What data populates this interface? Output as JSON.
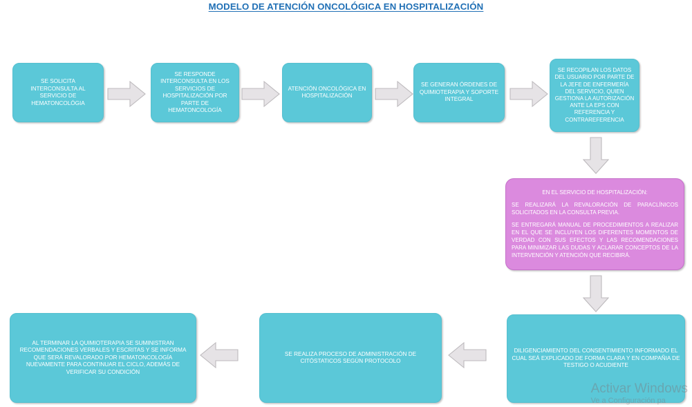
{
  "document": {
    "title": "MODELO DE ATENCIÓN ONCOLÓGICA EN HOSPITALIZACIÓN ",
    "title_color": "#1F6FB5"
  },
  "palette": {
    "process_cyan": "#5BC8D8",
    "highlight_purple": "#DB8ADE",
    "arrow_gray": "#E6E3E6",
    "arrow_border": "#BDBABD",
    "box_text": "#FFFFFF"
  },
  "flow": {
    "top_row": [
      {
        "id": "solicita",
        "text": "SE SOLICITA INTERCONSULTA  AL SERVICIO DE HEMATONCOLÓGIA",
        "color": "#5BC8D8"
      },
      {
        "id": "responde",
        "text": "SE RESPONDE INTERCONSULTA  EN LOS SERVICIOS DE HOSPITALIZACIÓN POR PARTE DE HEMATONCOLOGÍA",
        "color": "#5BC8D8"
      },
      {
        "id": "atencion",
        "text": "ATENCIÓN ONCOLÓGICA EN HOSPITALIZACIÓN",
        "color": "#5BC8D8"
      },
      {
        "id": "ordenes",
        "text": "SE GENERAN ÓRDENES DE QUIMIOTERAPIA Y SOPORTE INTEGRAL",
        "color": "#5BC8D8"
      },
      {
        "id": "recopilan",
        "text": "SE RECOPILAN LOS DATOS DEL USUARIO POR PARTE DE LA JEFE DE ENFERMERÍA DEL SERVICIO, QUIEN GESTIONA LA AUTORIZACIÓN ANTE LA EPS CON REFERENCIA Y CONTRAREFERENCIA",
        "color": "#5BC8D8"
      }
    ],
    "highlight_box": {
      "id": "hospitalizacion",
      "color": "#DB8ADE",
      "heading": "EN EL SERVICIO DE HOSPITALIZACIÓN:",
      "paragraph_1": "SE REALIZARÁ LA REVALORACIÓN DE PARACLÍNICOS SOLICITADOS EN LA CONSULTA  PREVIA.",
      "paragraph_2": "SE ENTREGARÁ MANUAL DE PROCEDIMIENTOS A REALIZAR EN EL QUE SE INCLUYEN LOS DIFERENTES MOMENTOS DE VERDAD CON SUS EFECTOS Y LAS RECOMENDACIONES PARA MINIMIZAR LAS DUDAS Y ACLARAR CONCEPTOS DE LA INTERVENCIÓN Y ATENCIÓN QUE RECIBIRÁ."
    },
    "bottom_row": [
      {
        "id": "consentimiento",
        "text": "DILIGENCIAMIENTO DEL CONSENTIMIENTO INFORMADO EL CUAL SEÁ EXPLICADO DE FORMA CLARA Y EN COMPAÑIA DE TESTIGO O ACUDIENTE",
        "color": "#5BC8D8"
      },
      {
        "id": "citostaticos",
        "text": "SE REALIZA PROCESO DE ADMINISTRACIÓN DE CITÓSTATICOS SEGÚN PROTOCOLO",
        "color": "#5BC8D8"
      },
      {
        "id": "recomendaciones",
        "text": "AL TERMINAR LA QUIMIOTERAPIA SE SUMINISTRAN RECOMENDACIONES VERBALES Y ESCRITAS Y SE INFORMA QUE SERÁ REVALORADO POR HEMATONCOLOGÍA NUEVAMENTE PARA CONTINUAR EL CICLO, ADEMÁS DE VERIFICAR SU CONDICIÓN",
        "color": "#5BC8D8"
      }
    ],
    "connectors": [
      {
        "id": "arrow-1",
        "direction": "right"
      },
      {
        "id": "arrow-2",
        "direction": "right"
      },
      {
        "id": "arrow-3",
        "direction": "right"
      },
      {
        "id": "arrow-4",
        "direction": "right"
      },
      {
        "id": "arrow-down-1",
        "direction": "down"
      },
      {
        "id": "arrow-down-2",
        "direction": "down"
      },
      {
        "id": "arrow-left-1",
        "direction": "left"
      },
      {
        "id": "arrow-left-2",
        "direction": "left"
      }
    ]
  },
  "watermark": {
    "line1": "Activar Windows",
    "line2": "Ve a Configuración pa"
  }
}
